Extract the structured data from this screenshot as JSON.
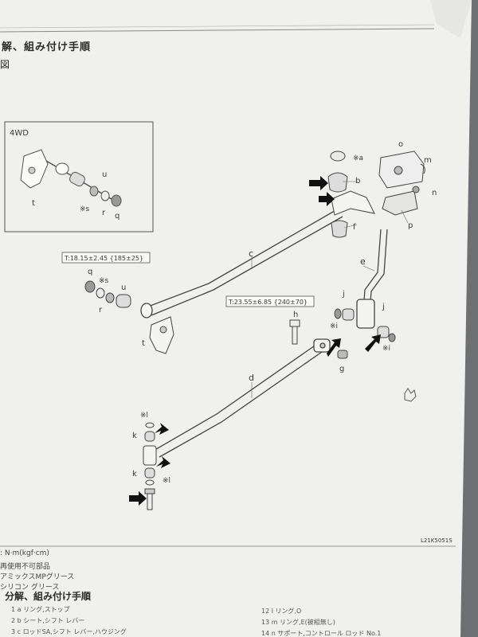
{
  "page": {
    "heading": "解、組み付け手順",
    "subheading": "図",
    "doc_code": "L21K5051S",
    "legend": [
      ": N·m(kgf·cm)",
      "再使用不可部品",
      "アミックスMPグリース",
      "シリコン グリース"
    ],
    "procedure_heading": "分解、組み付け手順",
    "steps_left": [
      "1  a リング,ストップ",
      "2  b シート,シフト レバー",
      "3  c ロッドSA,シフト レバー,ハウジング"
    ],
    "steps_right": [
      "12  l リング,O",
      "13  m リング,E(被組無し)",
      "14  n サポート,コントロール ロッド No.1"
    ]
  },
  "diagram": {
    "inset_title": "4WD",
    "torque_1": "T:18.15±2.45 {185±25}",
    "torque_2": "T:23.55±6.85 {240±70}",
    "parts": {
      "a": "※a",
      "b": "b",
      "c": "c",
      "d": "d",
      "e": "e",
      "f": "f",
      "g": "g",
      "h": "h",
      "i_left": "※i",
      "i_bottom": "※i",
      "j1": "j",
      "j2": "j",
      "k1": "k",
      "k2": "k",
      "l1": "※l",
      "l2": "※l",
      "m": "m",
      "n": "n",
      "o": "o",
      "p": "p",
      "q1": "q",
      "q2": "q",
      "r1": "r",
      "r2": "r",
      "s1": "※s",
      "s2": "※s",
      "t1": "t",
      "t2": "t",
      "u1": "u",
      "u2": "u"
    }
  },
  "colors": {
    "paper": "#f1f1ef",
    "line": "#4a4a4a",
    "arrow": "#111111",
    "background": "#6e6f72"
  }
}
